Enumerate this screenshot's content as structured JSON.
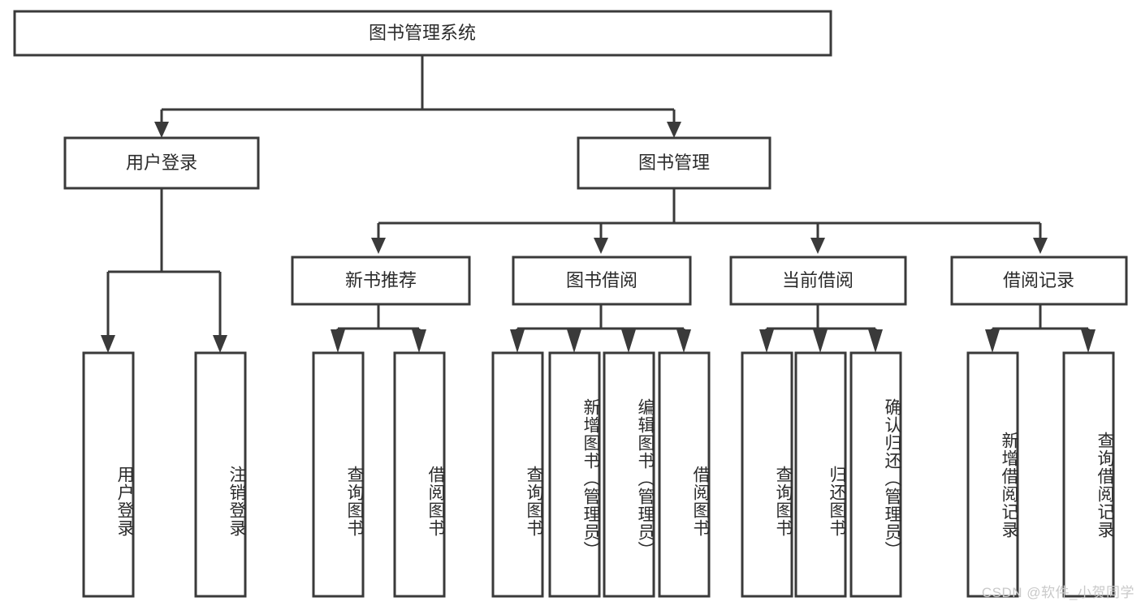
{
  "diagram": {
    "type": "tree-hierarchy-flowchart",
    "title": "图书管理系统",
    "root": {
      "id": "root",
      "label": "图书管理系统",
      "orientation": "horizontal"
    },
    "level2": [
      {
        "id": "user-login",
        "label": "用户登录",
        "orientation": "horizontal"
      },
      {
        "id": "book-manage",
        "label": "图书管理",
        "orientation": "horizontal"
      }
    ],
    "level3": [
      {
        "id": "new-book-rec",
        "label": "新书推荐",
        "orientation": "horizontal",
        "parent": "book-manage"
      },
      {
        "id": "book-borrow",
        "label": "图书借阅",
        "orientation": "horizontal",
        "parent": "book-manage"
      },
      {
        "id": "current-borrow",
        "label": "当前借阅",
        "orientation": "horizontal",
        "parent": "book-manage"
      },
      {
        "id": "borrow-record",
        "label": "借阅记录",
        "orientation": "horizontal",
        "parent": "book-manage"
      }
    ],
    "leaves": [
      {
        "id": "leaf-user-login",
        "label": "用户登录",
        "parent": "user-login",
        "orientation": "vertical"
      },
      {
        "id": "leaf-user-logout",
        "label": "注销登录",
        "parent": "user-login",
        "orientation": "vertical"
      },
      {
        "id": "leaf-query-book-1",
        "label": "查询图书",
        "parent": "new-book-rec",
        "orientation": "vertical"
      },
      {
        "id": "leaf-borrow-book-1",
        "label": "借阅图书",
        "parent": "new-book-rec",
        "orientation": "vertical"
      },
      {
        "id": "leaf-query-book-2",
        "label": "查询图书",
        "parent": "book-borrow",
        "orientation": "vertical"
      },
      {
        "id": "leaf-add-book",
        "label": "新增图书（管理员）",
        "parent": "book-borrow",
        "orientation": "vertical"
      },
      {
        "id": "leaf-edit-book",
        "label": "编辑图书（管理员）",
        "parent": "book-borrow",
        "orientation": "vertical"
      },
      {
        "id": "leaf-borrow-book-2",
        "label": "借阅图书",
        "parent": "book-borrow",
        "orientation": "vertical"
      },
      {
        "id": "leaf-query-book-3",
        "label": "查询图书",
        "parent": "current-borrow",
        "orientation": "vertical"
      },
      {
        "id": "leaf-return-book",
        "label": "归还图书",
        "parent": "current-borrow",
        "orientation": "vertical"
      },
      {
        "id": "leaf-confirm-return",
        "label": "确认归还（管理员）",
        "parent": "current-borrow",
        "orientation": "vertical"
      },
      {
        "id": "leaf-add-record",
        "label": "新增借阅记录",
        "parent": "borrow-record",
        "orientation": "vertical"
      },
      {
        "id": "leaf-query-record",
        "label": "查询借阅记录",
        "parent": "borrow-record",
        "orientation": "vertical"
      }
    ],
    "colors": {
      "background": "#ffffff",
      "box_fill": "#ffffff",
      "box_stroke": "#3a3a3a",
      "text": "#2b2b2b",
      "watermark": "#c9c9c9"
    }
  },
  "watermark": {
    "text": "CSDN @软件_小贺同学"
  }
}
